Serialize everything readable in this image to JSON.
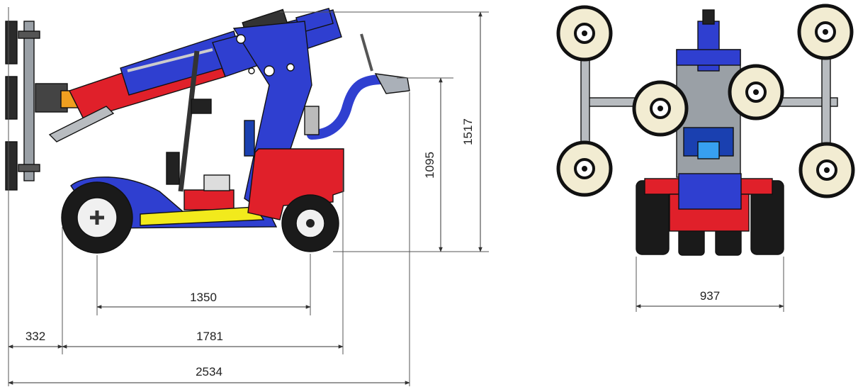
{
  "dimensions": {
    "side_view": {
      "overall_length": "2534",
      "body_length": "1781",
      "front_overhang": "332",
      "wheelbase": "1350",
      "handle_height": "1095",
      "overall_height": "1517"
    },
    "rear_view": {
      "width": "937"
    }
  },
  "colors": {
    "frame_blue": "#2f3fd0",
    "body_red": "#e0202a",
    "accent_yellow": "#f2ea1c",
    "tire_black": "#1a1a1a",
    "suction_cream": "#f2ecd2",
    "metal_grey": "#b8bcc0"
  }
}
